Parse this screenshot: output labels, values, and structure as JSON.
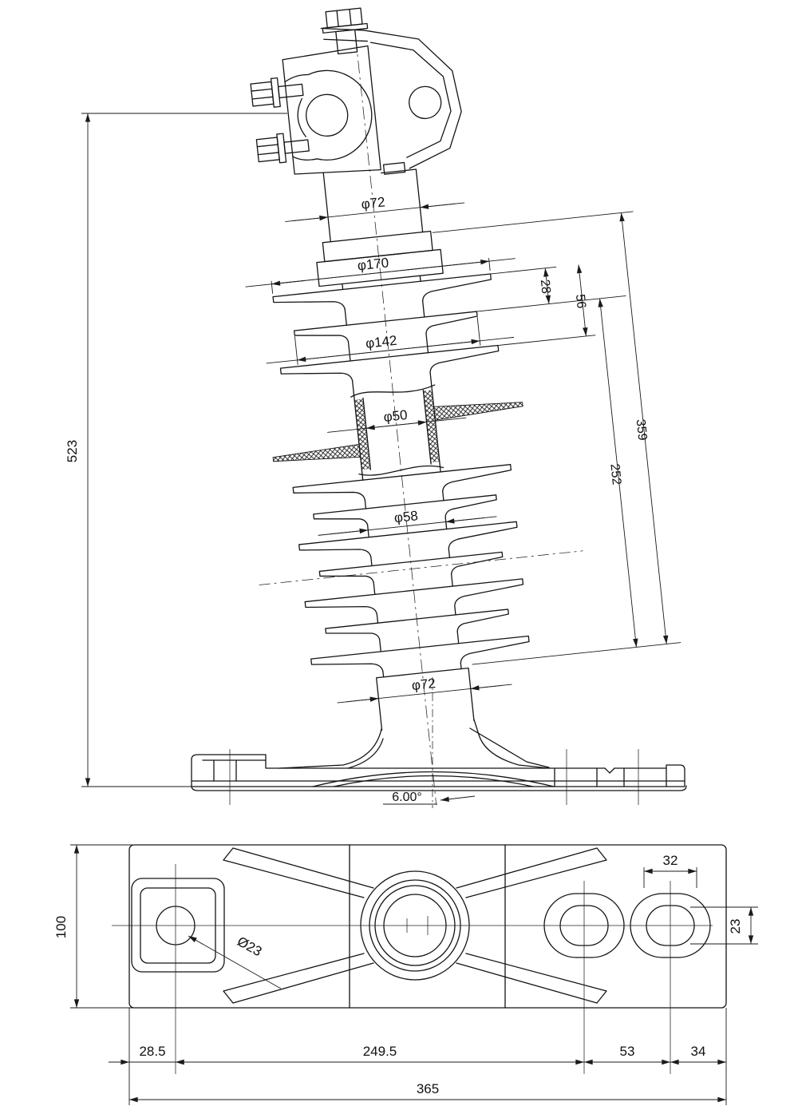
{
  "drawing": {
    "side_view": {
      "overall_height": "523",
      "top_pin_dia": "φ72",
      "large_shed_dia": "φ170",
      "small_shed_dia": "φ142",
      "upper_shed_pitch": "28",
      "shed_pitch": "56",
      "insulation_length": "252",
      "housing_length": "359",
      "core_dia": "φ50",
      "sheath_dia": "φ58",
      "bottom_stem_dia": "φ72",
      "cant_angle": "6.00°"
    },
    "bottom_view": {
      "plate_width": "100",
      "hole_dia": "Ø23",
      "slot_width": "32",
      "slot_height": "23",
      "edge_to_hole": "28.5",
      "hole_span": "249.5",
      "slot_span": "53",
      "slot_to_edge": "34",
      "plate_length": "365"
    }
  }
}
